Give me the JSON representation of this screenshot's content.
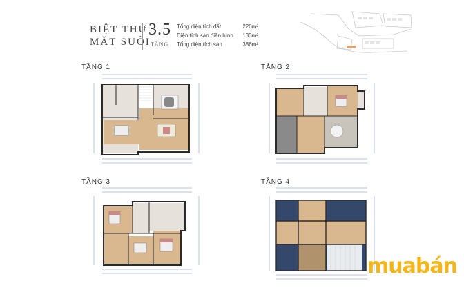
{
  "header": {
    "title_line1": "BIỆT THỰ",
    "title_line2": "MẶT SUỐI",
    "floors_number": "3.5",
    "floors_unit": "TẦNG"
  },
  "stats": [
    {
      "label": "Tổng diện tích đất",
      "value": "220m²"
    },
    {
      "label": "Diện tích sàn điển hình",
      "value": "133m²"
    },
    {
      "label": "Tổng diện tích sàn",
      "value": "386m²"
    }
  ],
  "floors": [
    {
      "label": "TẦNG 1"
    },
    {
      "label": "TẦNG 2"
    },
    {
      "label": "TẦNG 3"
    },
    {
      "label": "TẦNG 4"
    }
  ],
  "watermark": {
    "text_part1": "mua",
    "text_part2": "bán"
  },
  "colors": {
    "wall": "#2b2b2b",
    "wood": "#d9b88f",
    "tile": "#e6e1da",
    "blue_dims": "#4a6fb0",
    "roof": "#34486b",
    "logo": "#f2b51c"
  },
  "icons": [
    "site-map-thumbnail",
    "car-icon",
    "bed-icon",
    "sofa-icon",
    "dining-table-icon"
  ]
}
